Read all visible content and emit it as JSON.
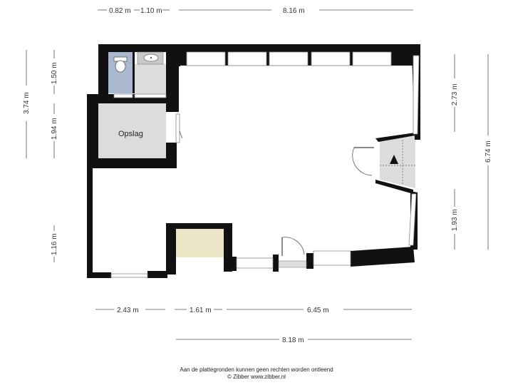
{
  "rooms": {
    "storage": "Opslag"
  },
  "colors": {
    "wall": "#111111",
    "storage_floor": "#dcdcdc",
    "toilet_floor": "#a9b8cf",
    "washroom_floor": "#dcdcdc",
    "counter": "#ede6c6",
    "stair": "#dcdcdc"
  },
  "dimensions": {
    "top_left_a": "0.82 m",
    "top_left_b": "1.10 m",
    "top_main": "8.16 m",
    "left_outer": "3.74 m",
    "left_inner_top": "1.50 m",
    "left_inner_mid": "1.94 m",
    "left_inner_bottom": "1.16 m",
    "right_top": "2.73 m",
    "right_outer": "6.74 m",
    "right_bottom": "1.93 m",
    "bottom_a": "2.43 m",
    "bottom_b": "1.61 m",
    "bottom_c": "6.45 m",
    "bottom_total": "8.18 m"
  },
  "footer": {
    "line1": "Aan de plattegronden kunnen geen rechten worden ontleend",
    "line2": "© Zibber www.zibber.nl"
  }
}
